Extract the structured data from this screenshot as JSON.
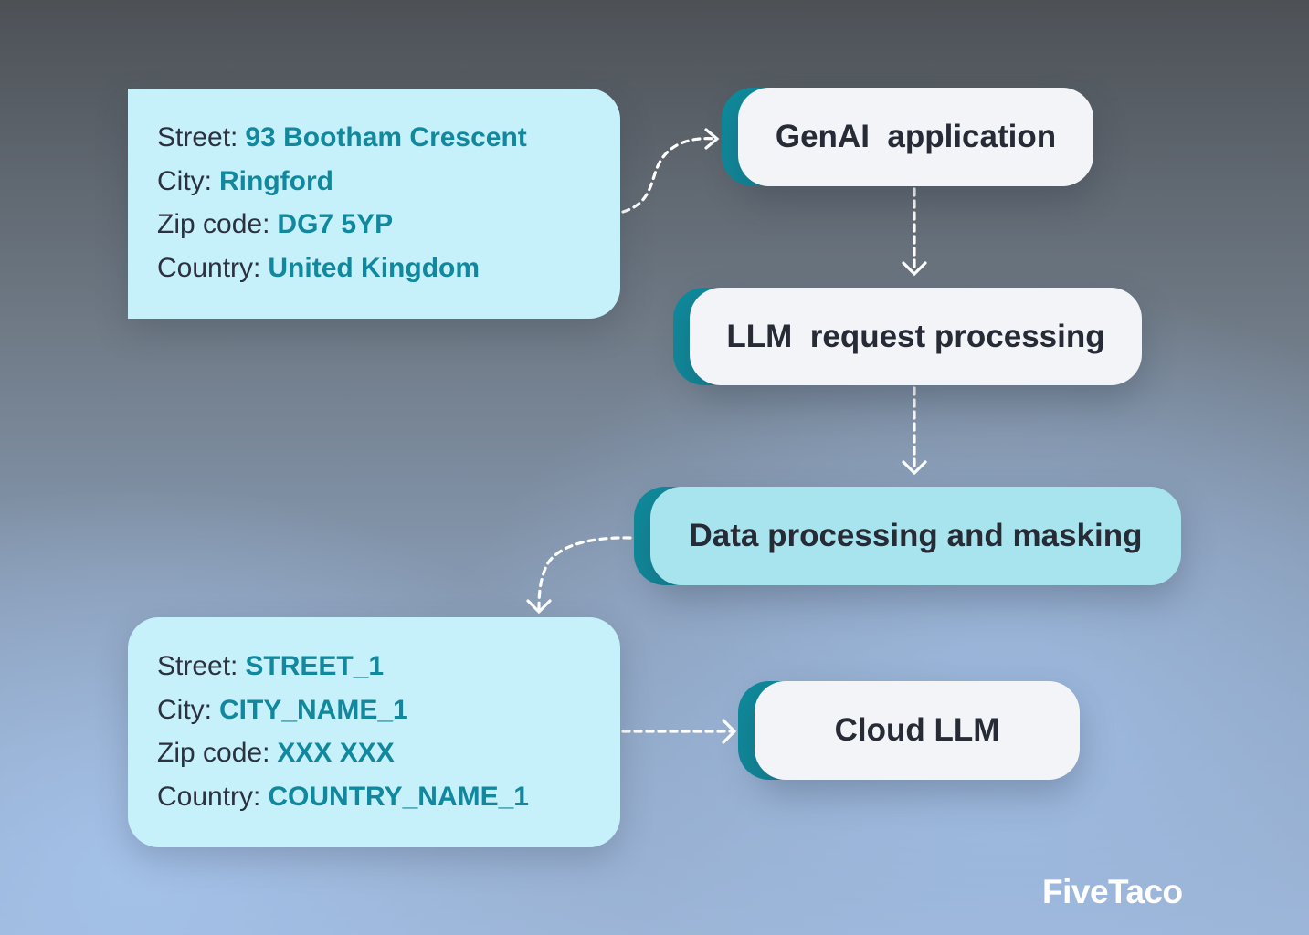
{
  "original_record": {
    "street_label": "Street:",
    "street_value": "93 Bootham Crescent",
    "city_label": "City:",
    "city_value": "Ringford",
    "zip_label": "Zip code:",
    "zip_value": "DG7 5YP",
    "country_label": "Country:",
    "country_value": "United Kingdom"
  },
  "masked_record": {
    "street_label": "Street:",
    "street_value": "STREET_1",
    "city_label": "City:",
    "city_value": "CITY_NAME_1",
    "zip_label": "Zip code:",
    "zip_value": "XXX XXX",
    "country_label": "Country:",
    "country_value": "COUNTRY_NAME_1"
  },
  "steps": {
    "genai": "GenAI  application",
    "llm": "LLM  request processing",
    "masking": "Data processing and masking",
    "cloud": "Cloud LLM"
  },
  "brand": "FiveTaco",
  "colors": {
    "accent": "#0f8a9b",
    "value_text": "#11889d",
    "card_bg": "#c6f1fb",
    "step_bg": "#f2f4f8",
    "step_highlight_bg": "#a8e4ee"
  }
}
